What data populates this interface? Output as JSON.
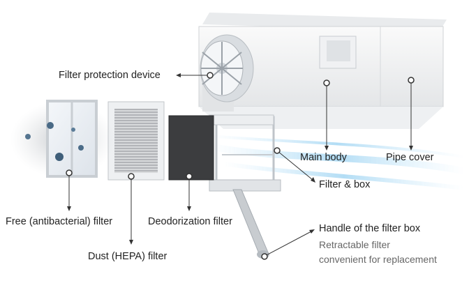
{
  "labels": {
    "filter_protection": "Filter protection device",
    "main_body": "Main body",
    "pipe_cover": "Pipe cover",
    "filter_box": "Filter & box",
    "free_filter": "Free (antibacterial) filter",
    "deodorization": "Deodorization filter",
    "dust_filter": "Dust (HEPA) filter",
    "handle": "Handle of the filter box",
    "handle_note_1": "Retractable filter",
    "handle_note_2": "convenient for replacement"
  },
  "colors": {
    "label_text": "#222222",
    "note_text": "#666666",
    "leader_line": "#333333",
    "airflow": "#9fd3f0"
  }
}
